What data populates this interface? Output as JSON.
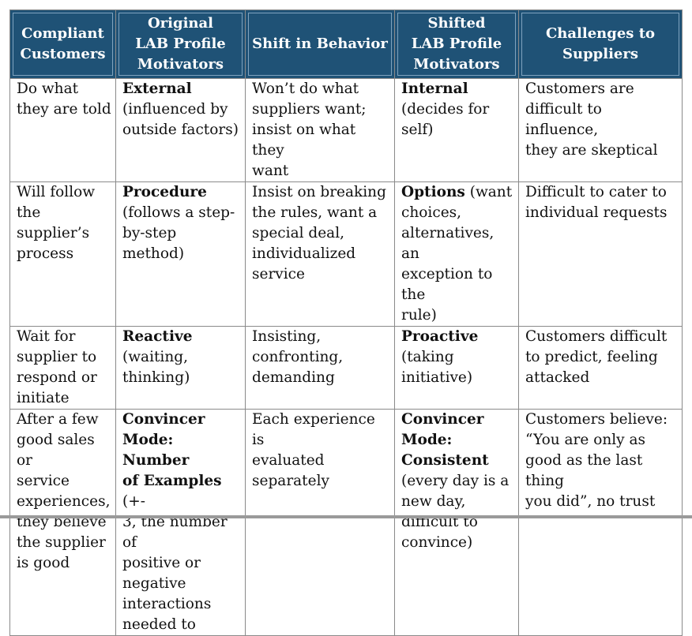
{
  "headers": [
    "Compliant\nCustomers",
    "Original\nLAB Profile\nMotivators",
    "Shift in Behavior",
    "Shifted\nLAB Profile\nMotivators",
    "Challenges to\nSuppliers"
  ],
  "rows": [
    {
      "compliant": "Do what\nthey are told",
      "original_bold": "External",
      "original_rest": "\n(influenced by\noutside factors)",
      "shift": "Won’t do what\nsuppliers want;\ninsist on what they\nwant",
      "shifted_bold": "Internal",
      "shifted_rest": "\n(decides for\nself)",
      "challenge": "Customers are\ndifficult to influence,\nthey are skeptical"
    },
    {
      "compliant": "Will follow\nthe\nsupplier’s\nprocess",
      "original_bold": "Procedure",
      "original_rest": "\n(follows a step-\nby-step method)",
      "shift": "Insist on breaking\nthe rules, want a\nspecial deal,\nindividualized\nservice",
      "shifted_bold": "Options",
      "shifted_rest": " (want\nchoices,\nalternatives, an\nexception to the\nrule)",
      "challenge": "Difficult to cater to\nindividual requests"
    },
    {
      "compliant": "Wait for\nsupplier to\nrespond or\ninitiate",
      "original_bold": "Reactive",
      "original_rest": "\n(waiting,\nthinking)",
      "shift": "Insisting,\nconfronting,\ndemanding",
      "shifted_bold": "Proactive",
      "shifted_rest": "\n(taking\ninitiative)",
      "challenge": "Customers difficult\nto predict, feeling\nattacked"
    },
    {
      "compliant": "After a few\ngood sales or\nservice\nexperiences,\nthey believe\nthe supplier\nis good",
      "original_bold": "Convincer\nMode:  Number\nof Examples",
      "original_rest": " (+-\n3, the number of\npositive or\nnegative\ninteractions\nneeded to",
      "shift": "Each experience is\nevaluated\nseparately",
      "shifted_bold": "Convincer\nMode:\nConsistent",
      "shifted_rest": "\n(every day is a\nnew day,\ndifficult to\nconvince)",
      "challenge": "Customers believe:\n“You are only as\ngood as the last thing\nyou did”, no trust"
    }
  ]
}
